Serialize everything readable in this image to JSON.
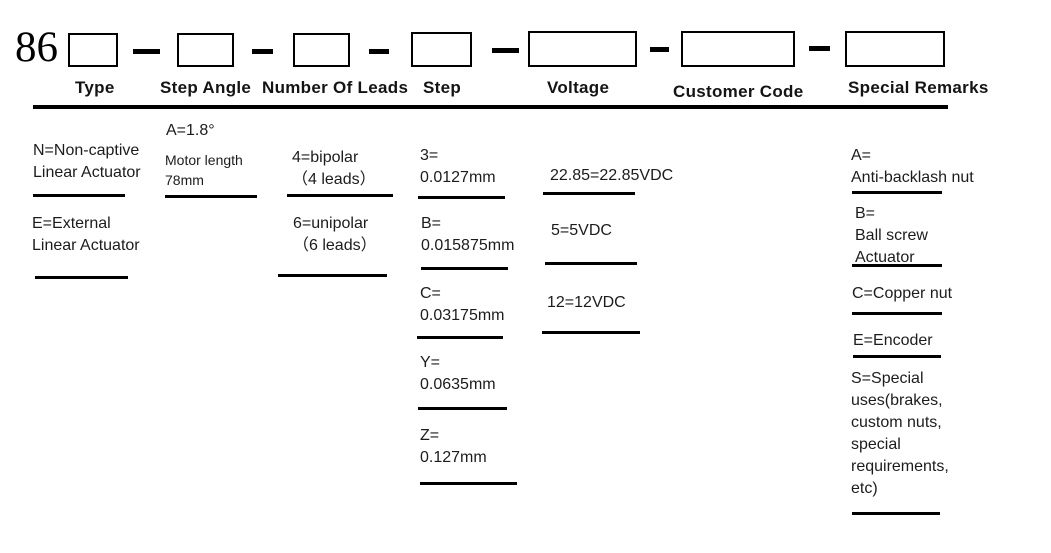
{
  "diagram": {
    "prefix": "86",
    "headers": {
      "type": "Type",
      "step_angle": "Step Angle",
      "leads": "Number Of Leads",
      "step": "Step",
      "voltage": "Voltage",
      "customer_code": "Customer Code",
      "special_remarks": "Special Remarks"
    },
    "options": {
      "type": [
        "N=Non-captive\nLinear Actuator",
        "E=External\nLinear Actuator"
      ],
      "step_angle": [
        "A=1.8°",
        "Motor length\n78mm"
      ],
      "leads": [
        "4=bipolar\n（4 leads）",
        "6=unipolar\n（6 leads）"
      ],
      "step": [
        "3=\n0.0127mm",
        "B=\n0.015875mm",
        "C=\n0.03175mm",
        "Y=\n0.0635mm",
        "Z=\n0.127mm"
      ],
      "voltage": [
        "22.85=22.85VDC",
        "5=5VDC",
        "12=12VDC"
      ],
      "special_remarks": [
        "A=\nAnti-backlash nut",
        "B=\nBall screw\nActuator",
        "C=Copper nut",
        "E=Encoder",
        "S=Special\nuses(brakes,\ncustom nuts,\nspecial\nrequirements,\netc)"
      ]
    },
    "colors": {
      "text": "#1c1c1c",
      "line": "#000000",
      "background": "#ffffff"
    }
  }
}
